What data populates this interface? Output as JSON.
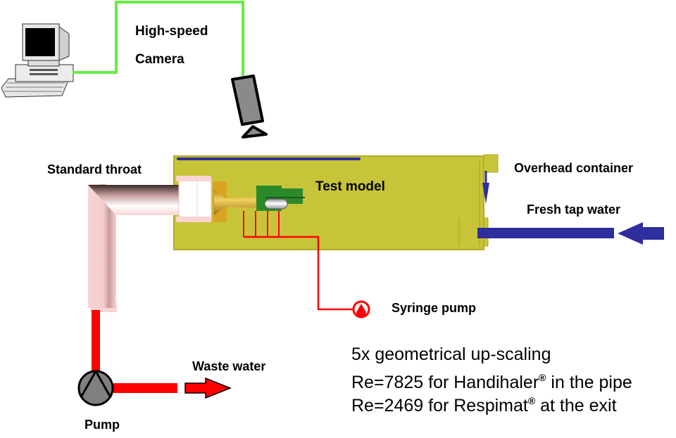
{
  "labels": {
    "camera_line1": "High-speed",
    "camera_line2": "Camera",
    "standard_throat": "Standard throat",
    "test_model": "Test model",
    "overhead_container": "Overhead container",
    "fresh_tap_water": "Fresh tap water",
    "syringe_pump": "Syringe pump",
    "waste_water": "Waste water",
    "pump": "Pump"
  },
  "notes": {
    "line1": "5x geometrical up-scaling",
    "line2_prefix": "Re=7825 for Handihaler",
    "line2_suffix": " in the pipe",
    "line3_prefix": "Re=2469 for Respimat",
    "line3_suffix": " at the exit",
    "registered_mark": "®"
  },
  "colors": {
    "camera_cable": "#66ee44",
    "tank": "#c8c43a",
    "water_blue": "#2e2e9e",
    "pump_line_red": "#ff0000",
    "throat_pink": "#f8d4d4",
    "nozzle_gold": "#d9a520",
    "inhaler_green": "#2a8a2a"
  },
  "icons": [
    "computer-icon",
    "camera-icon",
    "pump-icon",
    "syringe-pump-icon",
    "arrow-right-icon",
    "arrow-left-icon",
    "arrow-down-icon"
  ]
}
